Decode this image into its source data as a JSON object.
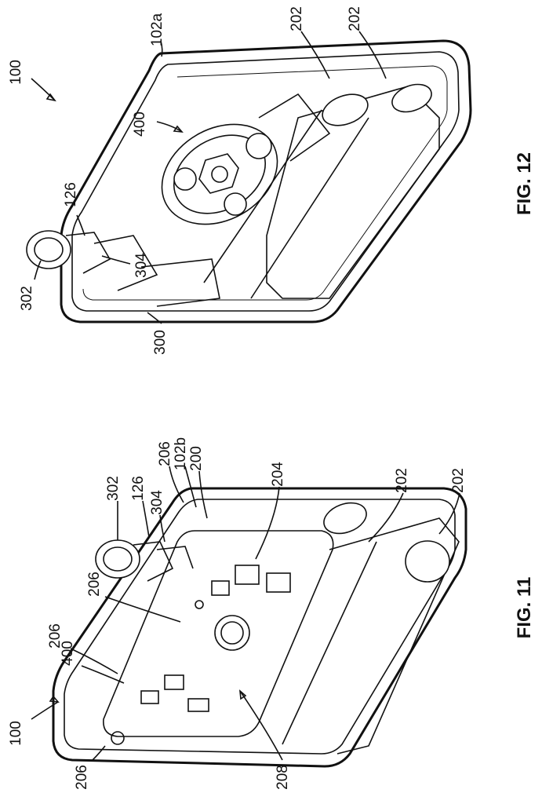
{
  "figures": [
    {
      "caption": "FIG. 12",
      "labels": [
        "100",
        "102a",
        "202",
        "202",
        "400",
        "126",
        "302",
        "304",
        "300"
      ]
    },
    {
      "caption": "FIG. 11",
      "labels": [
        "302",
        "126",
        "304",
        "206",
        "102b",
        "200",
        "206",
        "206",
        "400",
        "204",
        "202",
        "202",
        "100",
        "206",
        "208"
      ]
    }
  ]
}
